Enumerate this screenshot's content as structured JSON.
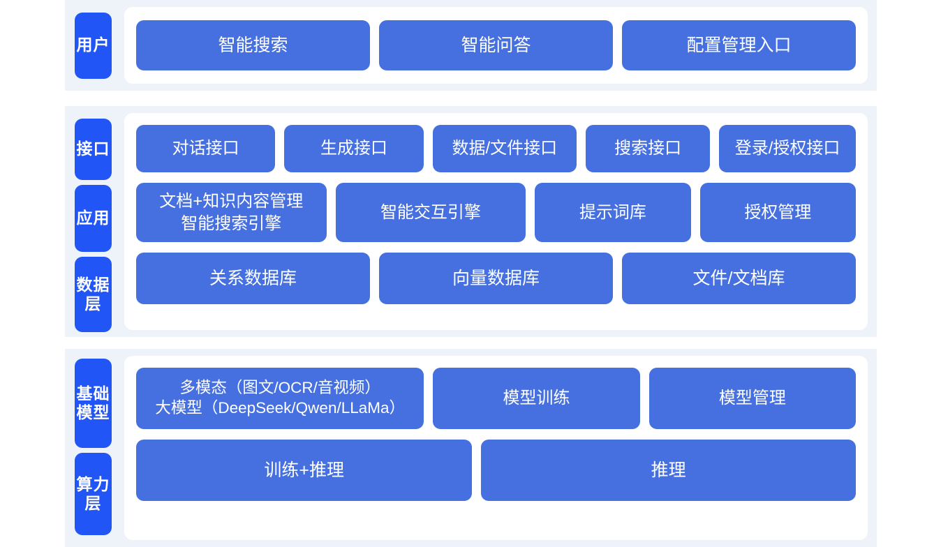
{
  "theme": {
    "band_bg": "#eef2f9",
    "card_bg": "#ffffff",
    "label_chip": "#2255f5",
    "content_box": "#4670e0",
    "text_on_blue": "#ffffff",
    "page_bg": "#ffffff"
  },
  "sections": [
    {
      "id": "user",
      "labels": [
        {
          "text": "用户"
        }
      ],
      "rows": [
        {
          "id": "user-entries",
          "boxes": [
            {
              "text": "智能搜索"
            },
            {
              "text": "智能问答"
            },
            {
              "text": "配置管理入口"
            }
          ]
        }
      ]
    },
    {
      "id": "platform",
      "labels": [
        {
          "text": "接口"
        },
        {
          "text": "应用"
        },
        {
          "text": "数据层"
        }
      ],
      "rows": [
        {
          "id": "interface",
          "boxes": [
            {
              "text": "对话接口",
              "flex": 1.02
            },
            {
              "text": "生成接口",
              "flex": 1.02
            },
            {
              "text": "数据/文件接口",
              "flex": 1.06
            },
            {
              "text": "搜索接口",
              "flex": 0.9
            },
            {
              "text": "登录/授权接口",
              "flex": 1.0
            }
          ]
        },
        {
          "id": "application",
          "boxes": [
            {
              "text": "文档+知识内容管理\n智能搜索引擎",
              "flex": 1.18
            },
            {
              "text": "智能交互引擎",
              "flex": 1.18
            },
            {
              "text": "提示词库",
              "flex": 0.95
            },
            {
              "text": "授权管理",
              "flex": 0.95
            }
          ]
        },
        {
          "id": "data-layer",
          "boxes": [
            {
              "text": "关系数据库",
              "flex": 1
            },
            {
              "text": "向量数据库",
              "flex": 1
            },
            {
              "text": "文件/文档库",
              "flex": 1
            }
          ]
        }
      ]
    },
    {
      "id": "infrastructure",
      "labels": [
        {
          "text": "基础模型"
        },
        {
          "text": "算力层"
        }
      ],
      "rows": [
        {
          "id": "model",
          "boxes": [
            {
              "text": "多模态（图文/OCR/音视频）\n大模型（DeepSeek/Qwen/LLaMa）",
              "flex": 1.42
            },
            {
              "text": "模型训练",
              "flex": 1.0
            },
            {
              "text": "模型管理",
              "flex": 1.0
            }
          ]
        },
        {
          "id": "compute",
          "boxes": [
            {
              "text": "训练+推理",
              "flex": 1
            },
            {
              "text": "推理",
              "flex": 1.12
            }
          ]
        }
      ]
    }
  ]
}
